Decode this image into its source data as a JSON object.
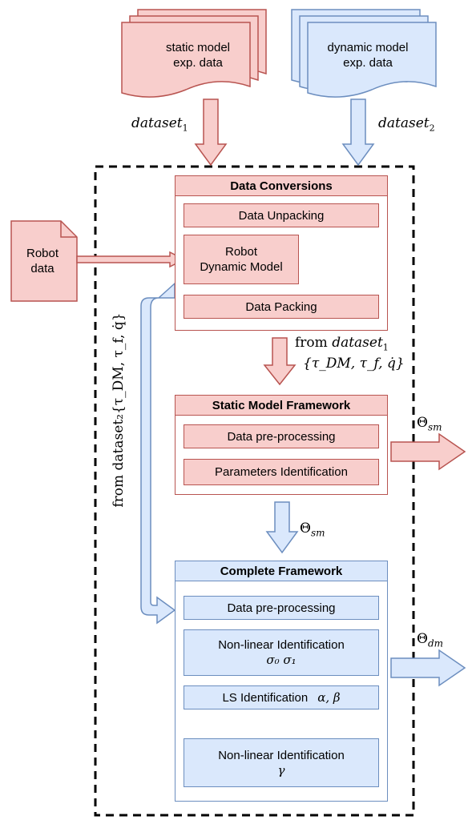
{
  "docs": {
    "static": "static model\nexp. data",
    "dynamic": "dynamic model\nexp. data",
    "robot": "Robot\ndata"
  },
  "labels": {
    "dataset1_name": "dataset",
    "dataset1_sub": "1",
    "dataset2_name": "dataset",
    "dataset2_sub": "2",
    "from_dataset1_prefix": "from ",
    "from_dataset1_name": "dataset",
    "from_dataset1_sub": "1",
    "from_dataset1_set": "{τ_DM, τ_f, q̇}",
    "vertical_from_dataset2": "from dataset₂{τ_DM, τ_f, q̇}",
    "theta_sm_out": "Θ",
    "theta_sm_out_sub": "sm",
    "theta_sm_mid": "Θ",
    "theta_sm_mid_sub": "sm",
    "theta_dm_out": "Θ",
    "theta_dm_out_sub": "dm"
  },
  "data_conversions": {
    "title": "Data Conversions",
    "items": [
      "Data Unpacking",
      "Robot\nDynamic Model",
      "Data Packing"
    ]
  },
  "static_framework": {
    "title": "Static Model Framework",
    "items": [
      "Data pre-processing",
      "Parameters Identification"
    ]
  },
  "complete_framework": {
    "title": "Complete Framework",
    "item1": "Data pre-processing",
    "item2": "Non-linear Identification",
    "item2_math": "σ₀ σ₁",
    "item3": "LS Identification",
    "item3_math": "α, β",
    "item4": "Non-linear Identification",
    "item4_math": "γ"
  },
  "colors": {
    "red_fill": "#f8cecc",
    "red_stroke": "#b85450",
    "blue_fill": "#dae8fc",
    "blue_stroke": "#6c8ebf"
  }
}
